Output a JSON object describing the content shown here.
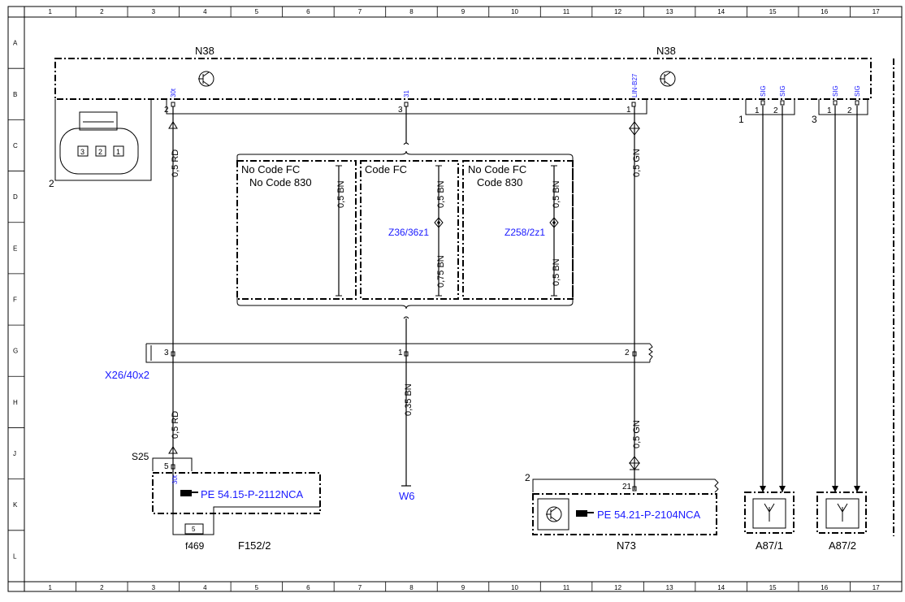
{
  "grid": {
    "columns": [
      "1",
      "2",
      "3",
      "4",
      "5",
      "6",
      "7",
      "8",
      "9",
      "10",
      "11",
      "12",
      "13",
      "14",
      "15",
      "16",
      "17"
    ],
    "rows": [
      "A",
      "B",
      "C",
      "D",
      "E",
      "F",
      "G",
      "H",
      "J",
      "K",
      "L"
    ]
  },
  "colors": {
    "link": "#1a1aff",
    "line": "#000000"
  },
  "module_n38": {
    "label_left": "N38",
    "label_right": "N38",
    "connector_number": "2",
    "pin_30t_label": "30t",
    "pin_30t_number": "2",
    "pin_31_label": "31",
    "pin_31_number": "3",
    "pin_lin_label": "LIN-B27",
    "pin_lin_number": "1",
    "group1": {
      "number": "1",
      "pin_a": "1",
      "pin_b": "2",
      "sig_a": "SIG",
      "sig_b": "SIG"
    },
    "group3": {
      "number": "3",
      "pin_a": "1",
      "pin_b": "2",
      "sig_a": "SIG",
      "sig_b": "SIG"
    },
    "plug_pins": [
      "3",
      "2",
      "1"
    ]
  },
  "wires": {
    "rd_upper": "0,5 RD",
    "gn_upper": "0,5 GN",
    "rd_lower": "0,5 RD",
    "gn_lower": "0,5 GN",
    "bn_035": "0,35 BN",
    "bn_a": "0,5 BN",
    "bn_b1": "0,5 BN",
    "bn_b2": "0,75 BN",
    "bn_c1": "0,5 BN",
    "bn_c2": "0,5 BN"
  },
  "variants": {
    "left_line1": "No Code FC",
    "left_line2": "No Code 830",
    "mid_line1": "Code FC",
    "right_line1": "No Code FC",
    "right_line2": "Code 830",
    "z36": "Z36/36z1",
    "z258": "Z258/2z1"
  },
  "connector_x26": {
    "label": "X26/40x2",
    "pin_3": "3",
    "pin_1": "1",
    "pin_2": "2"
  },
  "s25": {
    "label": "S25",
    "pin": "5",
    "pin_label": "30t",
    "ref": "PE 54.15-P-2112NCA",
    "fuse_pin": "5",
    "fuse_label": "f469",
    "component": "F152/2"
  },
  "w6": "W6",
  "n73": {
    "connector_number": "2",
    "pin": "21",
    "ref": "PE 54.21-P-2104NCA",
    "label": "N73"
  },
  "a87_1": "A87/1",
  "a87_2": "A87/2"
}
